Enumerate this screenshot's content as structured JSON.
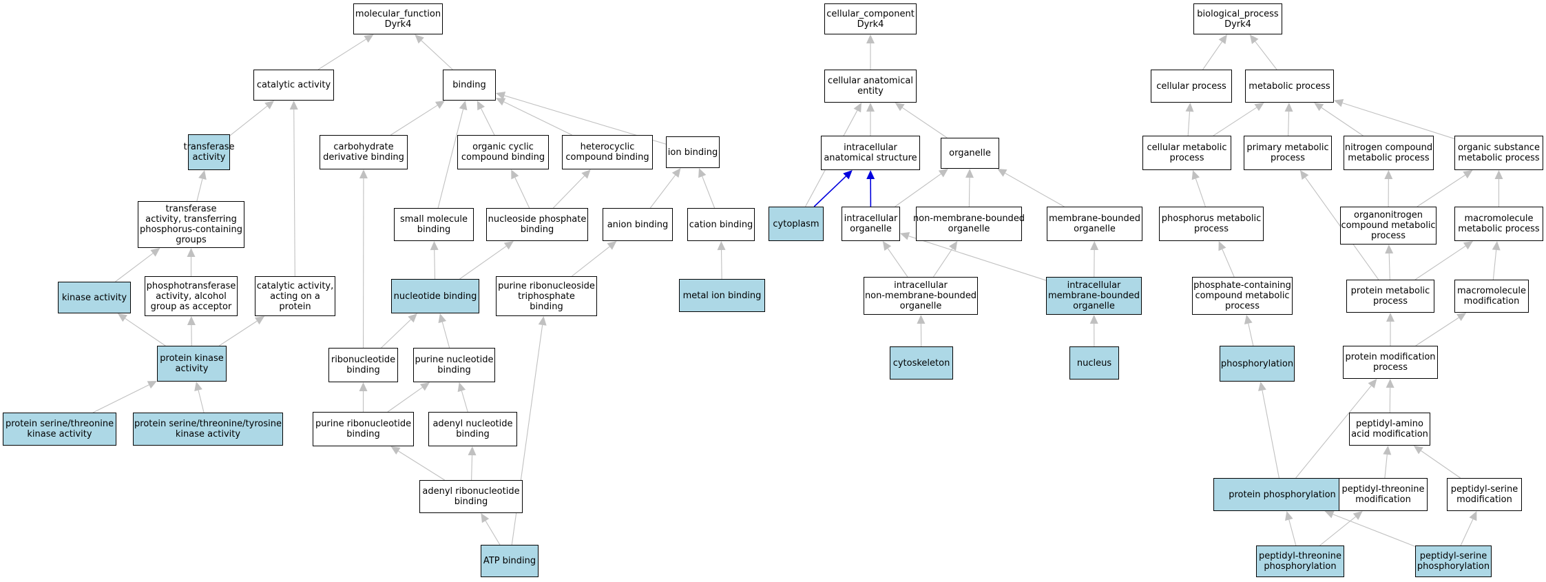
{
  "colors": {
    "highlight": "#add8e6",
    "edge": "#c0c0c0",
    "edge_strong": "#0000dd",
    "border": "#000000"
  },
  "nodes": [
    {
      "id": "mf_root",
      "lines": [
        "molecular_function",
        "Dyrk4"
      ],
      "hl": false
    },
    {
      "id": "catalytic",
      "lines": [
        "catalytic activity"
      ],
      "hl": false
    },
    {
      "id": "binding",
      "lines": [
        "binding"
      ],
      "hl": false
    },
    {
      "id": "transferase",
      "lines": [
        "transferase",
        "activity"
      ],
      "hl": true
    },
    {
      "id": "transferase_p",
      "lines": [
        "transferase",
        "activity, transferring",
        "phosphorus-containing",
        "groups"
      ],
      "hl": false
    },
    {
      "id": "kinase",
      "lines": [
        "kinase activity"
      ],
      "hl": true
    },
    {
      "id": "phosphotransferase",
      "lines": [
        "phosphotransferase",
        "activity, alcohol",
        "group as acceptor"
      ],
      "hl": false
    },
    {
      "id": "catalytic_protein",
      "lines": [
        "catalytic activity,",
        "acting on a",
        "protein"
      ],
      "hl": false
    },
    {
      "id": "protein_kinase",
      "lines": [
        "protein kinase",
        "activity"
      ],
      "hl": true
    },
    {
      "id": "ser_thr_kinase",
      "lines": [
        "protein serine/threonine",
        "kinase activity"
      ],
      "hl": true
    },
    {
      "id": "ser_thr_tyr_kinase",
      "lines": [
        "protein serine/threonine/tyrosine",
        "kinase activity"
      ],
      "hl": true
    },
    {
      "id": "carb_deriv",
      "lines": [
        "carbohydrate",
        "derivative binding"
      ],
      "hl": false
    },
    {
      "id": "org_cyclic",
      "lines": [
        "organic cyclic",
        "compound binding"
      ],
      "hl": false
    },
    {
      "id": "heterocyclic",
      "lines": [
        "heterocyclic",
        "compound binding"
      ],
      "hl": false
    },
    {
      "id": "ion_binding",
      "lines": [
        "ion binding"
      ],
      "hl": false
    },
    {
      "id": "small_mol",
      "lines": [
        "small molecule",
        "binding"
      ],
      "hl": false
    },
    {
      "id": "nuc_phos",
      "lines": [
        "nucleoside phosphate",
        "binding"
      ],
      "hl": false
    },
    {
      "id": "anion",
      "lines": [
        "anion binding"
      ],
      "hl": false
    },
    {
      "id": "cation",
      "lines": [
        "cation binding"
      ],
      "hl": false
    },
    {
      "id": "nucleotide",
      "lines": [
        "nucleotide binding"
      ],
      "hl": true
    },
    {
      "id": "purine_ribo_tri",
      "lines": [
        "purine ribonucleoside",
        "triphosphate",
        "binding"
      ],
      "hl": false
    },
    {
      "id": "metal_ion",
      "lines": [
        "metal ion binding"
      ],
      "hl": true
    },
    {
      "id": "ribonucleotide",
      "lines": [
        "ribonucleotide",
        "binding"
      ],
      "hl": false
    },
    {
      "id": "purine_nuc",
      "lines": [
        "purine nucleotide",
        "binding"
      ],
      "hl": false
    },
    {
      "id": "purine_ribo",
      "lines": [
        "purine ribonucleotide",
        "binding"
      ],
      "hl": false
    },
    {
      "id": "adenyl_nuc",
      "lines": [
        "adenyl nucleotide",
        "binding"
      ],
      "hl": false
    },
    {
      "id": "adenyl_ribo",
      "lines": [
        "adenyl ribonucleotide",
        "binding"
      ],
      "hl": false
    },
    {
      "id": "atp",
      "lines": [
        "ATP binding"
      ],
      "hl": true
    },
    {
      "id": "cc_root",
      "lines": [
        "cellular_component",
        "Dyrk4"
      ],
      "hl": false
    },
    {
      "id": "cell_anat",
      "lines": [
        "cellular anatomical",
        "entity"
      ],
      "hl": false
    },
    {
      "id": "intra_anat",
      "lines": [
        "intracellular",
        "anatomical structure"
      ],
      "hl": false
    },
    {
      "id": "organelle",
      "lines": [
        "organelle"
      ],
      "hl": false
    },
    {
      "id": "cytoplasm",
      "lines": [
        "cytoplasm"
      ],
      "hl": true
    },
    {
      "id": "intra_org",
      "lines": [
        "intracellular",
        "organelle"
      ],
      "hl": false
    },
    {
      "id": "nonmem_org",
      "lines": [
        "non-membrane-bounded",
        "organelle"
      ],
      "hl": false
    },
    {
      "id": "mem_org",
      "lines": [
        "membrane-bounded",
        "organelle"
      ],
      "hl": false
    },
    {
      "id": "intra_nonmem",
      "lines": [
        "intracellular",
        "non-membrane-bounded",
        "organelle"
      ],
      "hl": false
    },
    {
      "id": "intra_mem",
      "lines": [
        "intracellular",
        "membrane-bounded",
        "organelle"
      ],
      "hl": true
    },
    {
      "id": "cytoskeleton",
      "lines": [
        "cytoskeleton"
      ],
      "hl": true
    },
    {
      "id": "nucleus",
      "lines": [
        "nucleus"
      ],
      "hl": true
    },
    {
      "id": "bp_root",
      "lines": [
        "biological_process",
        "Dyrk4"
      ],
      "hl": false
    },
    {
      "id": "cell_proc",
      "lines": [
        "cellular process"
      ],
      "hl": false
    },
    {
      "id": "metab",
      "lines": [
        "metabolic process"
      ],
      "hl": false
    },
    {
      "id": "cell_metab",
      "lines": [
        "cellular metabolic",
        "process"
      ],
      "hl": false
    },
    {
      "id": "prim_metab",
      "lines": [
        "primary metabolic",
        "process"
      ],
      "hl": false
    },
    {
      "id": "nitro_metab",
      "lines": [
        "nitrogen compound",
        "metabolic process"
      ],
      "hl": false
    },
    {
      "id": "org_sub_metab",
      "lines": [
        "organic substance",
        "metabolic process"
      ],
      "hl": false
    },
    {
      "id": "phos_metab",
      "lines": [
        "phosphorus metabolic",
        "process"
      ],
      "hl": false
    },
    {
      "id": "organonitro",
      "lines": [
        "organonitrogen",
        "compound metabolic",
        "process"
      ],
      "hl": false
    },
    {
      "id": "macro_metab",
      "lines": [
        "macromolecule",
        "metabolic process"
      ],
      "hl": false
    },
    {
      "id": "phos_contain",
      "lines": [
        "phosphate-containing",
        "compound metabolic",
        "process"
      ],
      "hl": false
    },
    {
      "id": "prot_metab",
      "lines": [
        "protein metabolic",
        "process"
      ],
      "hl": false
    },
    {
      "id": "macro_mod",
      "lines": [
        "macromolecule",
        "modification"
      ],
      "hl": false
    },
    {
      "id": "phosphorylation",
      "lines": [
        "phosphorylation"
      ],
      "hl": true
    },
    {
      "id": "prot_mod",
      "lines": [
        "protein modification",
        "process"
      ],
      "hl": false
    },
    {
      "id": "peptidyl_aa",
      "lines": [
        "peptidyl-amino",
        "acid modification"
      ],
      "hl": false
    },
    {
      "id": "prot_phos",
      "lines": [
        "protein phosphorylation"
      ],
      "hl": true
    },
    {
      "id": "pep_thr_mod",
      "lines": [
        "peptidyl-threonine",
        "modification"
      ],
      "hl": false
    },
    {
      "id": "pep_ser_mod",
      "lines": [
        "peptidyl-serine",
        "modification"
      ],
      "hl": false
    },
    {
      "id": "pep_thr_phos",
      "lines": [
        "peptidyl-threonine",
        "phosphorylation"
      ],
      "hl": true
    },
    {
      "id": "pep_ser_phos",
      "lines": [
        "peptidyl-serine",
        "phosphorylation"
      ],
      "hl": true
    }
  ],
  "edges": [
    [
      "catalytic",
      "mf_root"
    ],
    [
      "binding",
      "mf_root"
    ],
    [
      "transferase",
      "catalytic"
    ],
    [
      "catalytic_protein",
      "catalytic"
    ],
    [
      "transferase_p",
      "transferase"
    ],
    [
      "kinase",
      "transferase_p"
    ],
    [
      "phosphotransferase",
      "transferase_p"
    ],
    [
      "protein_kinase",
      "kinase"
    ],
    [
      "protein_kinase",
      "phosphotransferase"
    ],
    [
      "protein_kinase",
      "catalytic_protein"
    ],
    [
      "ser_thr_kinase",
      "protein_kinase"
    ],
    [
      "ser_thr_tyr_kinase",
      "protein_kinase"
    ],
    [
      "carb_deriv",
      "binding"
    ],
    [
      "org_cyclic",
      "binding"
    ],
    [
      "heterocyclic",
      "binding"
    ],
    [
      "ion_binding",
      "binding"
    ],
    [
      "small_mol",
      "binding"
    ],
    [
      "nuc_phos",
      "org_cyclic"
    ],
    [
      "nuc_phos",
      "heterocyclic"
    ],
    [
      "anion",
      "ion_binding"
    ],
    [
      "cation",
      "ion_binding"
    ],
    [
      "nucleotide",
      "small_mol"
    ],
    [
      "nucleotide",
      "nuc_phos"
    ],
    [
      "purine_ribo_tri",
      "anion"
    ],
    [
      "metal_ion",
      "cation"
    ],
    [
      "ribonucleotide",
      "carb_deriv"
    ],
    [
      "ribonucleotide",
      "nucleotide"
    ],
    [
      "purine_nuc",
      "nucleotide"
    ],
    [
      "purine_ribo",
      "ribonucleotide"
    ],
    [
      "purine_ribo",
      "purine_nuc"
    ],
    [
      "adenyl_nuc",
      "purine_nuc"
    ],
    [
      "adenyl_ribo",
      "purine_ribo"
    ],
    [
      "adenyl_ribo",
      "adenyl_nuc"
    ],
    [
      "atp",
      "adenyl_ribo"
    ],
    [
      "atp",
      "purine_ribo_tri"
    ],
    [
      "cell_anat",
      "cc_root"
    ],
    [
      "intra_anat",
      "cell_anat"
    ],
    [
      "organelle",
      "cell_anat"
    ],
    [
      "cytoplasm",
      "cell_anat"
    ],
    [
      "cytoplasm",
      "intra_anat",
      "strong"
    ],
    [
      "intra_org",
      "intra_anat",
      "strong"
    ],
    [
      "intra_org",
      "organelle"
    ],
    [
      "nonmem_org",
      "organelle"
    ],
    [
      "mem_org",
      "organelle"
    ],
    [
      "intra_nonmem",
      "intra_org"
    ],
    [
      "intra_nonmem",
      "nonmem_org"
    ],
    [
      "intra_mem",
      "intra_org"
    ],
    [
      "intra_mem",
      "mem_org"
    ],
    [
      "cytoskeleton",
      "intra_nonmem"
    ],
    [
      "nucleus",
      "intra_mem"
    ],
    [
      "cell_proc",
      "bp_root"
    ],
    [
      "metab",
      "bp_root"
    ],
    [
      "cell_metab",
      "cell_proc"
    ],
    [
      "cell_metab",
      "metab"
    ],
    [
      "prim_metab",
      "metab"
    ],
    [
      "nitro_metab",
      "metab"
    ],
    [
      "org_sub_metab",
      "metab"
    ],
    [
      "phos_metab",
      "cell_metab"
    ],
    [
      "organonitro",
      "nitro_metab"
    ],
    [
      "organonitro",
      "org_sub_metab"
    ],
    [
      "macro_metab",
      "org_sub_metab"
    ],
    [
      "phos_contain",
      "phos_metab"
    ],
    [
      "prot_metab",
      "prim_metab"
    ],
    [
      "prot_metab",
      "organonitro"
    ],
    [
      "prot_metab",
      "macro_metab"
    ],
    [
      "macro_mod",
      "macro_metab"
    ],
    [
      "phosphorylation",
      "phos_contain"
    ],
    [
      "prot_mod",
      "prot_metab"
    ],
    [
      "prot_mod",
      "macro_mod"
    ],
    [
      "peptidyl_aa",
      "prot_mod"
    ],
    [
      "prot_phos",
      "phosphorylation"
    ],
    [
      "prot_phos",
      "prot_mod"
    ],
    [
      "pep_thr_mod",
      "peptidyl_aa"
    ],
    [
      "pep_ser_mod",
      "peptidyl_aa"
    ],
    [
      "pep_thr_phos",
      "prot_phos"
    ],
    [
      "pep_thr_phos",
      "pep_thr_mod"
    ],
    [
      "pep_ser_phos",
      "prot_phos"
    ],
    [
      "pep_ser_phos",
      "pep_ser_mod"
    ]
  ]
}
